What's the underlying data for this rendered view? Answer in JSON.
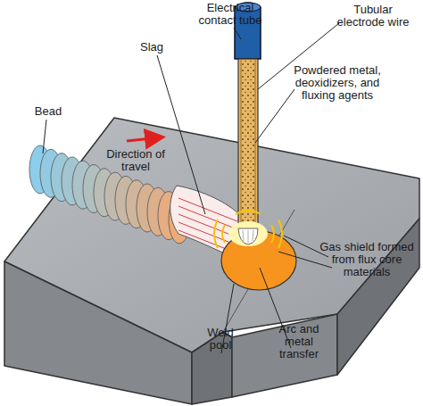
{
  "diagram": {
    "labels": [
      "Electrical contact tube",
      "Tubular electrode wire",
      "Slag",
      "Powdered metal, deoxidizers, and fluxing agents",
      "Bead",
      "Direction of travel",
      "Gas shield formed from flux core materials",
      "Weld pool",
      "Arc and metal transfer"
    ]
  }
}
